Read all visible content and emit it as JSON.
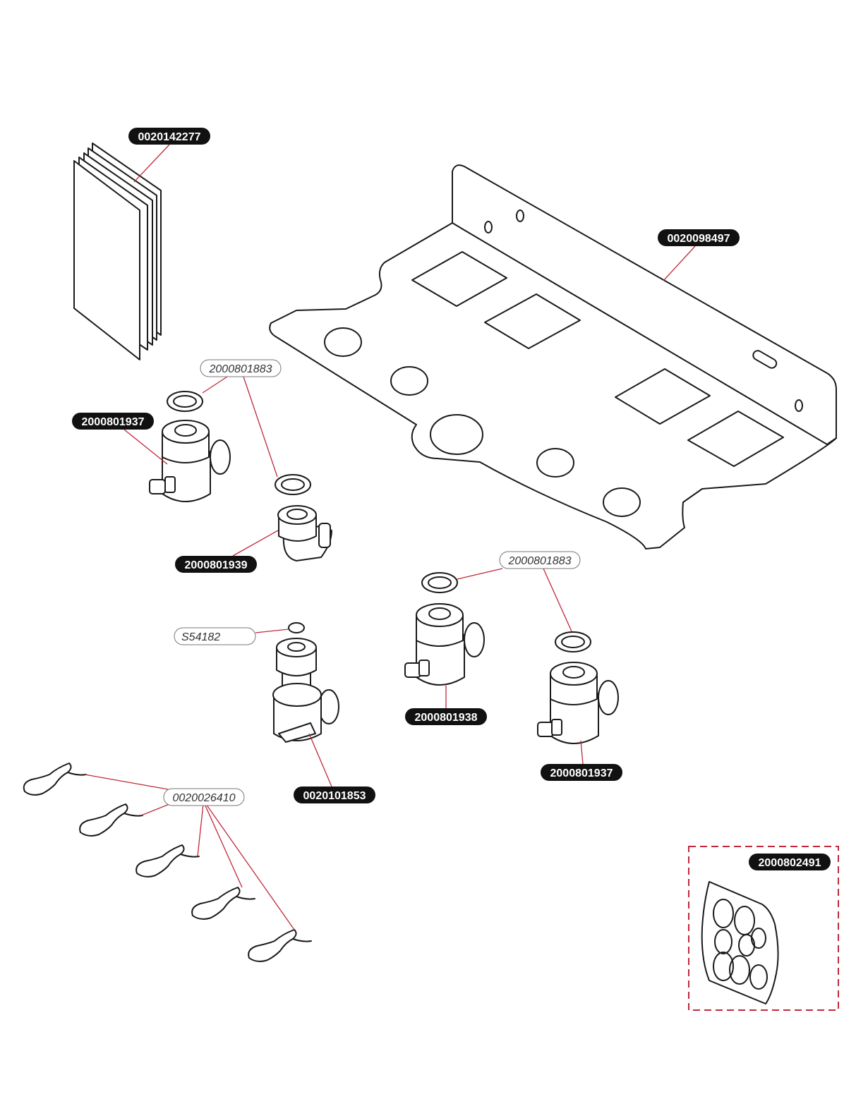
{
  "labels": {
    "manuals": "0020142277",
    "bracket": "0020098497",
    "washer_top": "2000801883",
    "valve_left": "2000801937",
    "elbow": "2000801939",
    "washer_mid": "2000801883",
    "small_oring": "S54182",
    "valve_center": "2000801938",
    "valve_right": "2000801937",
    "gas_valve": "0020101853",
    "clips": "0020026410",
    "seal_kit": "2000802491"
  },
  "colors": {
    "leader": "#c0283a",
    "label_dark": "#111111",
    "outline": "#1a1a1a",
    "kit_border": "#c0283a"
  }
}
